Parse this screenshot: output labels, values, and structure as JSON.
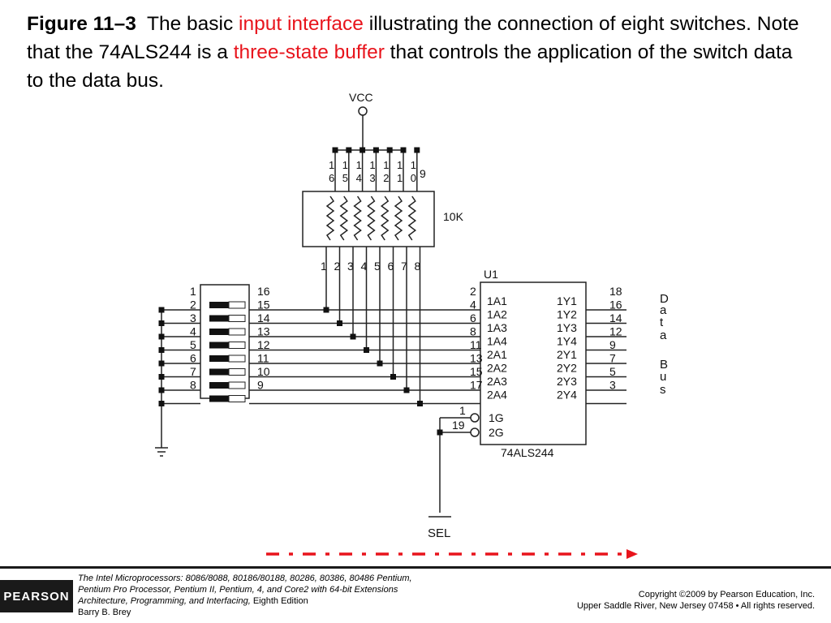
{
  "caption": {
    "figure_label": "Figure 11–3",
    "text_1": "The basic ",
    "highlight_1": "input interface",
    "text_2": " illustrating the connection of eight switches. Note that the 74ALS244 is a ",
    "highlight_2": "three-state buffer",
    "text_3": " that controls the application of the switch data to the data bus.",
    "highlight_color": "#e8141c"
  },
  "diagram": {
    "vcc_label": "VCC",
    "resistor_top_pins": [
      "16",
      "15",
      "14",
      "13",
      "12",
      "11",
      "10"
    ],
    "resistor_common_pin": "9",
    "resistor_value": "10K",
    "resistor_bottom_pins": [
      "1",
      "2",
      "3",
      "4",
      "5",
      "6",
      "7",
      "8"
    ],
    "switch_left_pins": [
      "1",
      "2",
      "3",
      "4",
      "5",
      "6",
      "7",
      "8"
    ],
    "switch_right_pins": [
      "16",
      "15",
      "14",
      "13",
      "12",
      "11",
      "10",
      "9"
    ],
    "chip_ref": "U1",
    "chip_name": "74ALS244",
    "chip_in_pins": [
      "2",
      "4",
      "6",
      "8",
      "11",
      "13",
      "15",
      "17"
    ],
    "chip_in_labels": [
      "1A1",
      "1A2",
      "1A3",
      "1A4",
      "2A1",
      "2A2",
      "2A3",
      "2A4"
    ],
    "chip_out_labels": [
      "1Y1",
      "1Y2",
      "1Y3",
      "1Y4",
      "2Y1",
      "2Y2",
      "2Y3",
      "2Y4"
    ],
    "chip_out_pins": [
      "18",
      "16",
      "14",
      "12",
      "9",
      "7",
      "5",
      "3"
    ],
    "enable_pins": [
      "1",
      "19"
    ],
    "enable_labels": [
      "1G",
      "2G"
    ],
    "sel_label": "SEL",
    "data_bus_letters": [
      "D",
      "a",
      "t",
      "a",
      "B",
      "u",
      "s"
    ],
    "arrow_color": "#e8141c"
  },
  "footer": {
    "logo": "PEARSON",
    "book_title": "The Intel Microprocessors:",
    "book_line_1": " 8086/8088, 80186/80188, 80286, 80386, 80486 Pentium,",
    "book_line_2": "Pentium Pro Processor, Pentium II, Pentium, 4, and Core2 with 64-bit Extensions",
    "book_line_3": "Architecture, Programming, and Interfacing,",
    "edition": " Eighth Edition",
    "author": "Barry B. Brey",
    "copyright_1": "Copyright ©2009 by Pearson Education, Inc.",
    "copyright_2": "Upper Saddle River, New Jersey 07458 • All rights reserved."
  }
}
